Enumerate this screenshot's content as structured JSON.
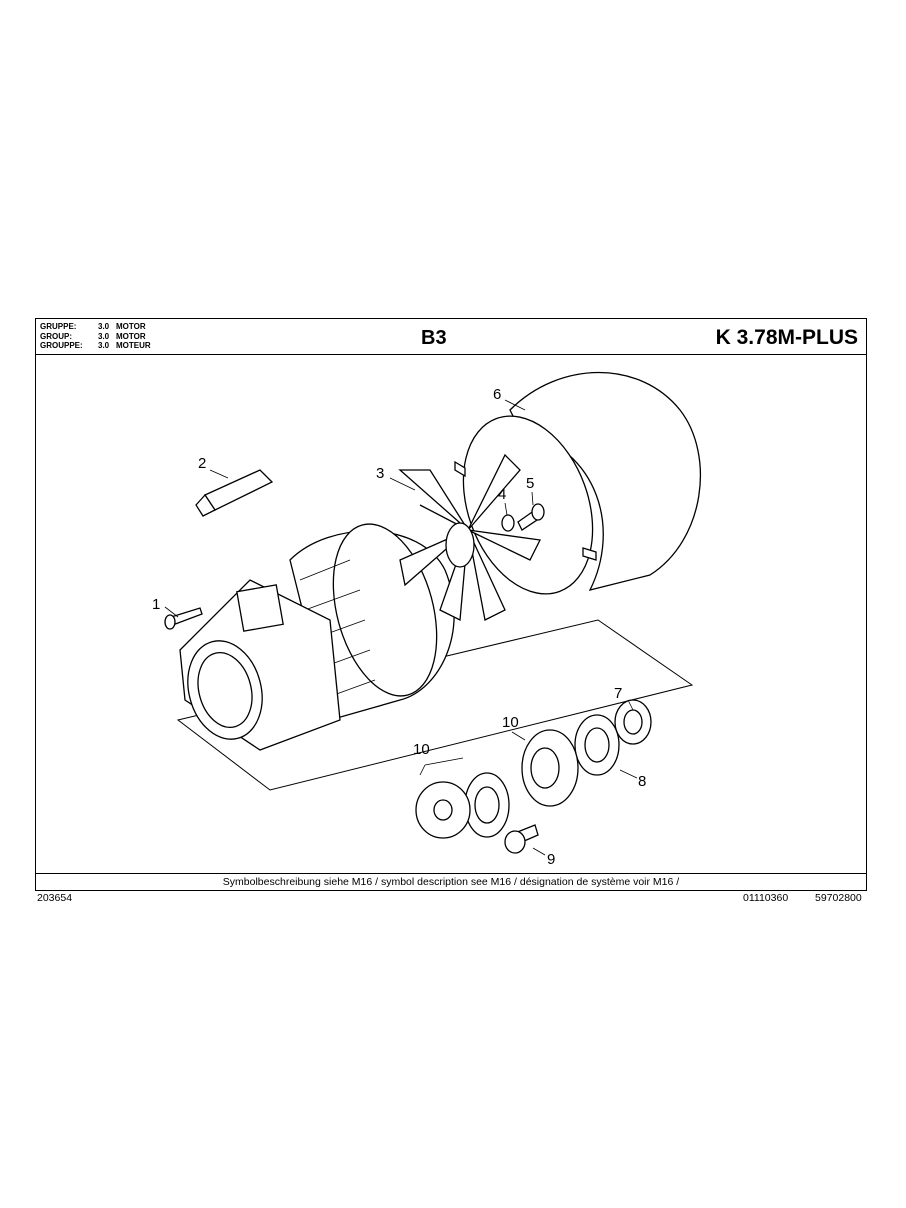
{
  "header": {
    "group_rows": [
      {
        "label": "GRUPPE:",
        "number": "3.0",
        "name": "MOTOR"
      },
      {
        "label": "GROUP:",
        "number": "3.0",
        "name": "MOTOR"
      },
      {
        "label": "GROUPPE:",
        "number": "3.0",
        "name": "MOTEUR"
      }
    ],
    "page_code": "B3",
    "model": "K 3.78M-PLUS"
  },
  "diagram": {
    "callouts": [
      "1",
      "2",
      "3",
      "4",
      "5",
      "6",
      "7",
      "8",
      "9",
      "10",
      "10"
    ]
  },
  "footer": {
    "symbol_note": "Symbolbeschreibung siehe M16 / symbol description see M16 / désignation de système voir M16 /",
    "left_number": "203654",
    "doc_number": "01110360",
    "part_number": "59702800"
  }
}
